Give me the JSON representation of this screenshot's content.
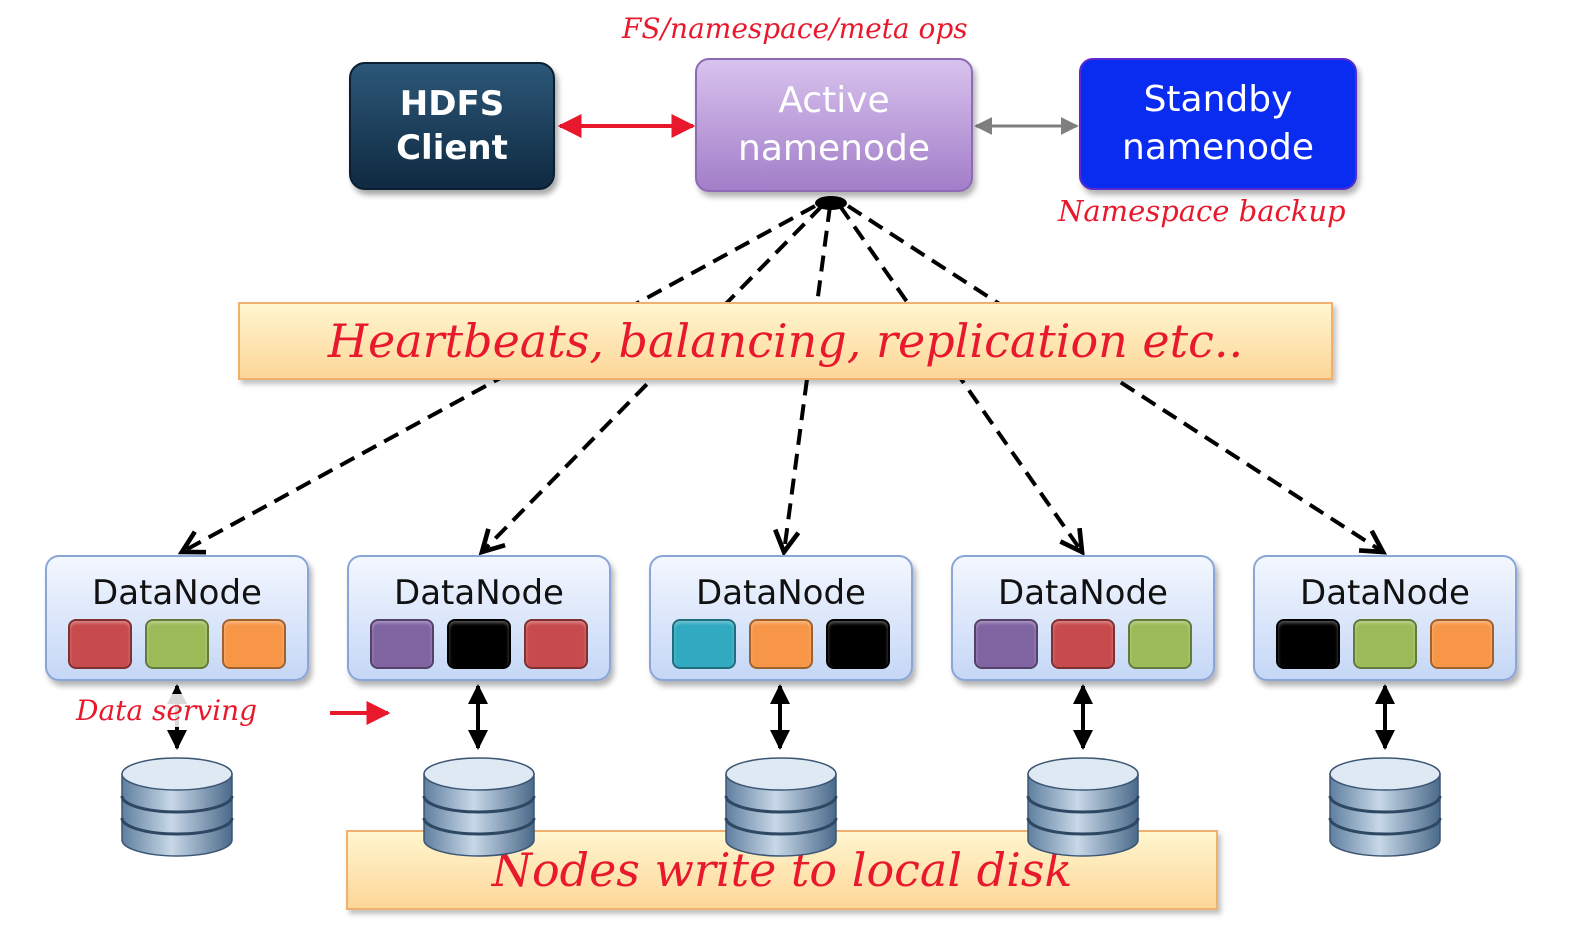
{
  "namenodes": {
    "client": {
      "line1": "HDFS",
      "line2": "Client"
    },
    "active": {
      "line1": "Active",
      "line2": "namenode"
    },
    "standby": {
      "line1": "Standby",
      "line2": "namenode"
    }
  },
  "annotations": {
    "fs_ops": "FS/namespace/meta ops",
    "namespace_backup": "Namespace backup",
    "data_serving": "Data serving"
  },
  "banners": {
    "heartbeats": "Heartbeats, balancing, replication etc..",
    "local_disk": "Nodes write to local disk"
  },
  "colors": {
    "red": "#c74a4d",
    "green": "#9bbb59",
    "orange": "#f79646",
    "purple": "#8064a2",
    "black": "#000000",
    "teal": "#31a9c0",
    "annotation_red": "#e8192c"
  },
  "datanodes": [
    {
      "title": "DataNode",
      "blocks": [
        "#c74a4d",
        "#9bbb59",
        "#f79646"
      ]
    },
    {
      "title": "DataNode",
      "blocks": [
        "#8064a2",
        "#000000",
        "#c74a4d"
      ]
    },
    {
      "title": "DataNode",
      "blocks": [
        "#31a9c0",
        "#f79646",
        "#000000"
      ]
    },
    {
      "title": "DataNode",
      "blocks": [
        "#8064a2",
        "#c74a4d",
        "#9bbb59"
      ]
    },
    {
      "title": "DataNode",
      "blocks": [
        "#000000",
        "#9bbb59",
        "#f79646"
      ]
    }
  ]
}
